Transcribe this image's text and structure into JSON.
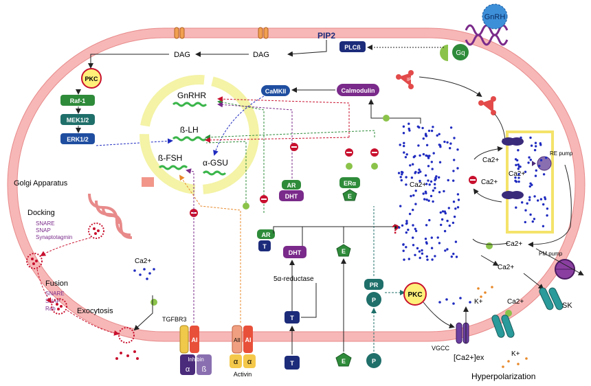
{
  "labels": {
    "pip2": "PIP2",
    "plcb": "PLCß",
    "gnrh": "GnRH",
    "gq": "Gq",
    "ip3": "IP3",
    "dag1": "DAG",
    "dag2": "DAG",
    "pkc_top": "PKC",
    "raf1": "Raf-1",
    "mek": "MEK1/2",
    "erk": "ERK1/2",
    "camkii": "CaMKII",
    "calmodulin": "Calmodulin",
    "gnrhr": "GnRHR",
    "blh": "ß-LH",
    "bfsh": "ß-FSH",
    "agsu": "α-GSU",
    "golgi": "Golgi Apparatus",
    "docking": "Docking",
    "docking_snare": "SNARE",
    "docking_snap": "SNAP",
    "docking_syn": "Synaptotagmin",
    "fusion": "Fusion",
    "fusion_snare": "SNARE",
    "fusion_snap": "SNAP",
    "fusion_rab": "Rab",
    "exocytosis": "Exocytosis",
    "ca2": "Ca2+",
    "ar1": "AR",
    "dht1": "DHT",
    "era": "ERα",
    "e_small": "E",
    "ar2": "AR",
    "t_small": "T",
    "dht2": "DHT",
    "e_mid": "E",
    "reductase": "5α-reductase",
    "pr": "PR",
    "p_mid": "P",
    "pkc_bottom": "PKC",
    "t_bottom_inner": "T",
    "t_bottom": "T",
    "e_bottom": "E",
    "p_bottom": "P",
    "tgfbr3": "TGFBR3",
    "ai": "AI",
    "aii": "AII",
    "inhibin": "Inhibin",
    "alpha": "α",
    "beta": "ß",
    "activin": "Activin",
    "qmark": "?",
    "re_pump": "RE pump",
    "pm_pump": "PM pump",
    "sk": "SK",
    "vgcc": "VGCC",
    "ca_ex": "[Ca2+]ex",
    "kplus": "K+",
    "hyper": "Hyperpolarization"
  },
  "colors": {
    "membrane": "#f7b7b7",
    "membrane_edge": "#e88a8a",
    "nucleus": "#f4f3a6",
    "green_box": "#2e8b3a",
    "teal_box": "#1f6f6a",
    "navy_box": "#1c2b7a",
    "purple": "#7a2a8a",
    "red_dot": "#c8102e",
    "blue_dot": "#1f2bbf",
    "pkc_fill": "#fff07a"
  },
  "icons": [
    "receptor-icon",
    "channel-icon",
    "pump-icon",
    "vesicle-icon",
    "inhibition-icon",
    "activation-icon"
  ]
}
